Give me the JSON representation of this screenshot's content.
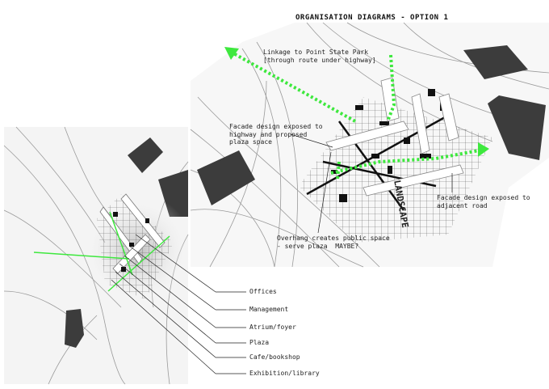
{
  "title": "ORGANISATION DIAGRAMS - OPTION 1",
  "annotations": {
    "linkage": "Linkage to Point State Park\n[through route under highway]",
    "facade_highway": "Facade design exposed to\nhighway and proposed\nplaza space",
    "facade_road": "Facade design exposed to\nadjacent road",
    "overhang": "Overhang creates public space\n- serve plaza  MAYBE?",
    "landscape_label": "LANDSCAPE"
  },
  "legend": [
    {
      "label": "Offices"
    },
    {
      "label": "Management"
    },
    {
      "label": "Atrium/foyer"
    },
    {
      "label": "Plaza"
    },
    {
      "label": "Cafe/bookshop"
    },
    {
      "label": "Exhibition/library"
    }
  ],
  "colors": {
    "route": "#3ee83e",
    "building": "#3c3c3c",
    "accent_bar": "#1b5cae"
  }
}
